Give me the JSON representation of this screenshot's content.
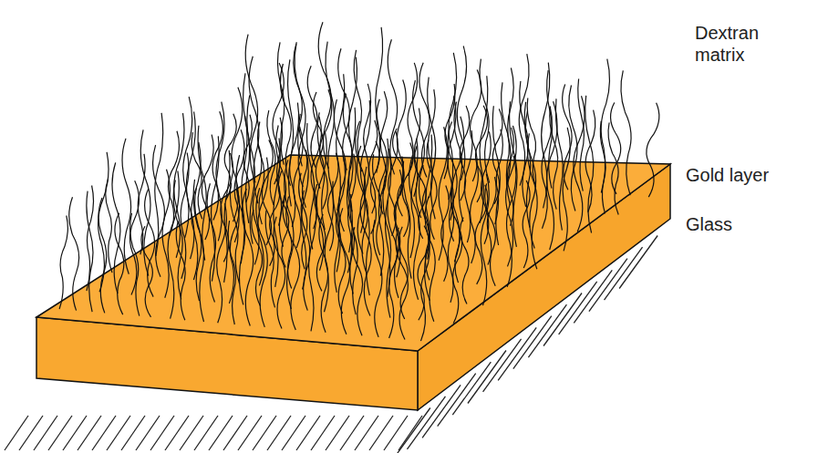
{
  "diagram": {
    "labels": [
      "Dextran matrix",
      "Gold layer",
      "Glass"
    ]
  }
}
